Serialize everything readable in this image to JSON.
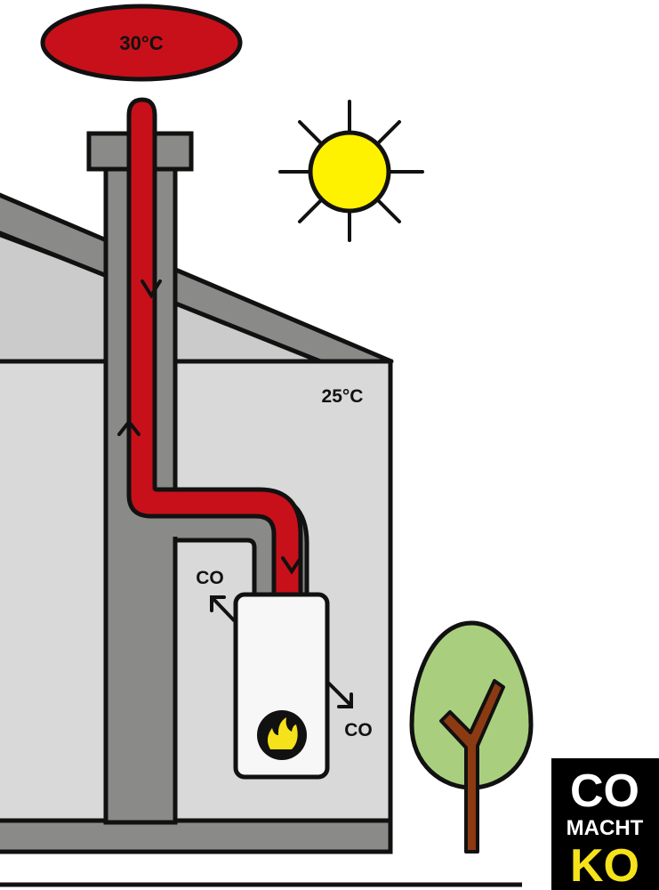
{
  "outside_temperature": {
    "label": "30°C",
    "color": "#c8101a"
  },
  "inside_temperature": {
    "label": "25°C"
  },
  "boiler": {
    "emission_labels": [
      "CO",
      "CO"
    ],
    "flame_color": "#f5e21a"
  },
  "sun": {
    "color": "#fff200"
  },
  "tree": {
    "crown_color": "#a9cf7e",
    "trunk_color": "#8b3a12"
  },
  "colors": {
    "flue_gas": "#c8101a",
    "chimney": "#8a8a88",
    "wall": "#d9d9d9",
    "roof_interior": "#cacbca"
  },
  "logo": {
    "line1": "CO",
    "line2": "MACHT",
    "line3": "KO",
    "accent_color": "#f5e21a"
  }
}
